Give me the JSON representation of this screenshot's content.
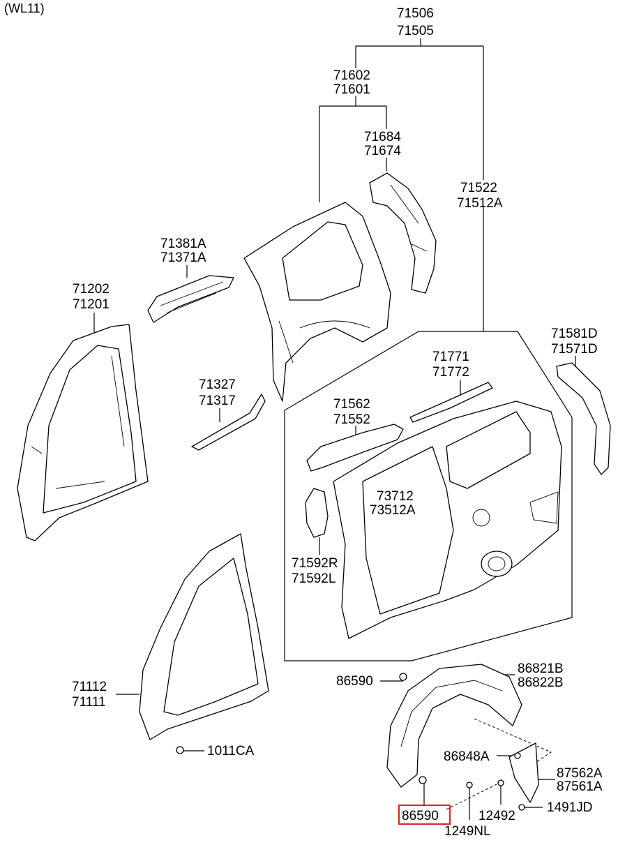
{
  "model_code": "(WL11)",
  "labels": {
    "l71506": "71506",
    "l71505": "71505",
    "l71602": "71602",
    "l71601": "71601",
    "l71684": "71684",
    "l71674": "71674",
    "l71522": "71522",
    "l71512a": "71512A",
    "l71381a": "71381A",
    "l71371a": "71371A",
    "l71202": "71202",
    "l71201": "71201",
    "l71581d": "71581D",
    "l71571d": "71571D",
    "l71327": "71327",
    "l71317": "71317",
    "l71771": "71771",
    "l71772": "71772",
    "l71562": "71562",
    "l71552": "71552",
    "l73712": "73712",
    "l73512a": "73512A",
    "l71592r": "71592R",
    "l71592l": "71592L",
    "l71112": "71112",
    "l71111": "71111",
    "l1011ca": "1011CA",
    "l86590a": "86590",
    "l86821b": "86821B",
    "l86822b": "86822B",
    "l86848a": "86848A",
    "l87562a": "87562A",
    "l87561a": "87561A",
    "l86590b": "86590",
    "l12492": "12492",
    "l1491jd": "1491JD",
    "l1249nl": "1249NL"
  },
  "highlighted_part": "86590",
  "highlight_color": "#e02020"
}
